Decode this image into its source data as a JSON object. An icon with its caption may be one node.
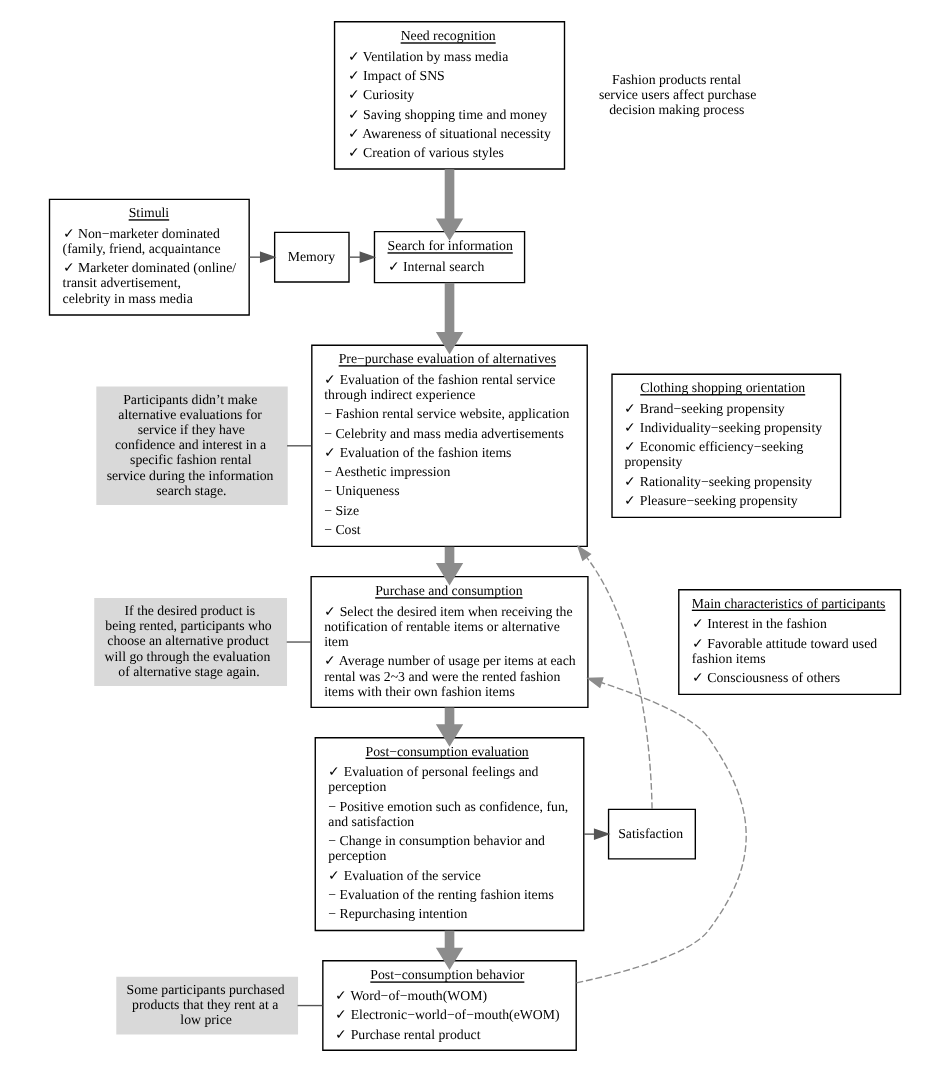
{
  "diagram": {
    "nodes": [
      {
        "text": [
          "Stimuli",
          "✓ Non−marketer dominated (family, friend, acquaintance",
          "✓ Marketer dominated (online/ transit advertisement, celebrity in mass media"
        ]
      },
      {
        "text": [
          "Memory"
        ]
      },
      {
        "text": [
          "Need recognition",
          "✓ Ventilation by mass media",
          "✓ Impact of SNS",
          "✓ Curiosity",
          "✓ Saving shopping time and money",
          "✓ Awareness of situational necessity",
          "✓ Creation of various styles"
        ]
      },
      {
        "text": [
          "Search for information",
          "✓ Internal search"
        ]
      },
      {
        "text": [
          "Pre−purchase evaluation of alternatives",
          "✓ Evaluation of the fashion rental service through indirect experience",
          "− Fashion rental service website, application",
          "− Celebrity and mass media advertisements",
          "✓ Evaluation of the fashion items",
          "− Aesthetic impression",
          "− Uniqueness",
          "− Size",
          "− Cost"
        ]
      },
      {
        "text": [
          "Purchase and consumption",
          "✓ Select the desired item when receiving the notification of rentable items or alternative item",
          "✓ Average number of usage per items at each rental was 2~3 and were the rented fashion items with their own fashion items"
        ]
      },
      {
        "text": [
          "Post−consumption evaluation",
          "✓ Evaluation of personal feelings and perception",
          "− Positive emotion such as confidence, fun, and satisfaction",
          "− Change in consumption behavior and perception",
          "✓ Evaluation of the service",
          "− Evaluation of the renting fashion items",
          "− Repurchasing intention"
        ]
      },
      {
        "text": [
          "Post−consumption behavior",
          "✓ Word−of−mouth(WOM)",
          "✓ Electronic−world−of−mouth(eWOM)",
          "✓ Purchase rental product"
        ]
      },
      {
        "text": [
          "Participants didn’t make alternative evaluations for service if they have confidence and interest in a specific fashion rental service during the information search stage."
        ]
      },
      {
        "text": [
          "If the desired product is being rented, participants who choose an alternative product will go through the evaluation of alternative stage again."
        ]
      },
      {
        "text": [
          "Satisfaction"
        ]
      },
      {
        "text": [
          "Some participants purchased products that they rent at a low price"
        ]
      },
      {
        "text": [
          "Clothing shopping orientation",
          "✓ Brand−seeking propensity",
          "✓ Individuality−seeking propensity",
          "✓ Economic efficiency−seeking propensity",
          "✓ Rationality−seeking propensity",
          "✓ Pleasure−seeking propensity"
        ]
      },
      {
        "text": [
          "Main characteristics of participants",
          "✓ Interest in the fashion",
          "✓ Favorable attitude toward used fashion items",
          "✓ Consciousness of others"
        ]
      }
    ],
    "edges": [
      {
        "from": 0,
        "to": 1,
        "arrow": "to"
      },
      {
        "from": 1,
        "to": 3,
        "arrow": "to"
      },
      {
        "from": 2,
        "to": 3,
        "arrow": "to",
        "style": "thick",
        "color": "#8c8c8c"
      },
      {
        "from": 3,
        "to": 4,
        "arrow": "to",
        "style": "thick",
        "color": "#8c8c8c"
      },
      {
        "from": 4,
        "to": 5,
        "arrow": "to",
        "style": "thick",
        "color": "#8c8c8c"
      },
      {
        "from": 5,
        "to": 6,
        "arrow": "to",
        "style": "thick",
        "color": "#8c8c8c"
      },
      {
        "from": 6,
        "to": 7,
        "arrow": "to",
        "style": "thick",
        "color": "#8c8c8c"
      },
      {
        "from": 8,
        "to": 4,
        "arrow": "none"
      },
      {
        "from": 9,
        "to": 5,
        "arrow": "none"
      },
      {
        "from": 11,
        "to": 7,
        "arrow": "none"
      },
      {
        "from": 6,
        "to": 10,
        "arrow": "to"
      },
      {
        "from": 10,
        "to": 4,
        "arrow": "to",
        "style": "dashed",
        "color": "#8c8c8c"
      },
      {
        "from": 7,
        "to": 5,
        "arrow": "to",
        "style": "dashed",
        "color": "#8c8c8c"
      }
    ],
    "labels": [
      "Fashion products rental service users affect purchase decision making process"
    ]
  }
}
